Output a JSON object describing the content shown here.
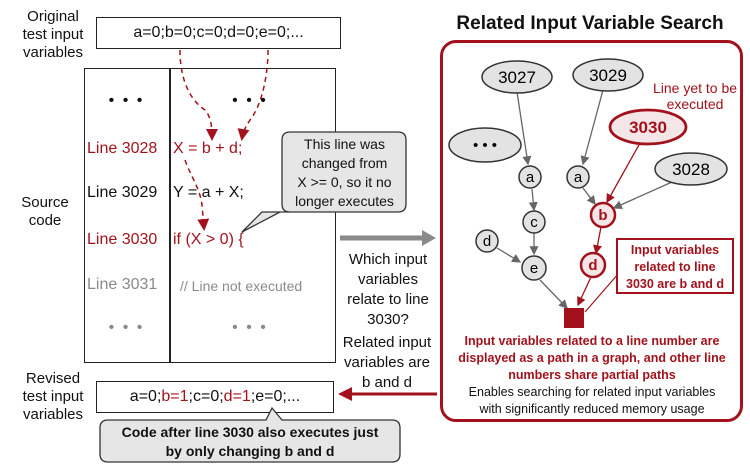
{
  "left": {
    "original_label": [
      "Original",
      "test input",
      "variables"
    ],
    "original_vars": "a=0;b=0;c=0;d=0;e=0;...",
    "source_label": [
      "Source",
      "code"
    ],
    "revised_label": [
      "Revised",
      "test input",
      "variables"
    ],
    "revised_vars": {
      "p1": "a=0;",
      "p2": "b=1",
      "p3": ";c=0;",
      "p4": "d=1",
      "p5": ";e=0;..."
    },
    "code_rows": [
      {
        "line": "• • •",
        "code": "• • •"
      },
      {
        "line": "Line 3028",
        "code": "X = b + d;"
      },
      {
        "line": "Line 3029",
        "code": "Y = a + X;"
      },
      {
        "line": "Line 3030",
        "code": "if (X > 0) {"
      },
      {
        "line": "Line 3031",
        "code": "// Line not executed"
      },
      {
        "line": "• • •",
        "code": "• • •"
      }
    ],
    "callout_changed": [
      "This line was",
      "changed from",
      "X >= 0, so it no",
      "longer executes"
    ],
    "callout_bottom": [
      "Code after line 3030 also executes just",
      "by only changing b and d"
    ]
  },
  "middle": {
    "question": [
      "Which input",
      "variables",
      "relate to line",
      "3030?"
    ],
    "answer": [
      "Related input",
      "variables are",
      "b and d"
    ]
  },
  "right": {
    "title": "Related Input Variable Search",
    "nodes": {
      "n3027": "3027",
      "n3029": "3029",
      "n3030": "3030",
      "n3028": "3028",
      "dots": "• • •",
      "a1": "a",
      "c": "c",
      "d1": "d",
      "e": "e",
      "a2": "a",
      "b": "b",
      "d2": "d"
    },
    "line_yet": [
      "Line yet to be",
      "executed"
    ],
    "related_box": [
      "Input variables",
      "related to line",
      "3030 are b and d"
    ],
    "desc_red": [
      "Input variables related to a line number are",
      "displayed as a path in a graph, and other line",
      "numbers share partial paths"
    ],
    "desc_black": [
      "Enables searching for related input variables",
      "with significantly reduced memory usage"
    ]
  },
  "colors": {
    "accent": "#a3121c",
    "node_fill": "#e3e3e3",
    "node_pink": "#f4e6e7",
    "callout_fill": "#e6e6e6",
    "arrow_gray": "#8a8a8a"
  }
}
